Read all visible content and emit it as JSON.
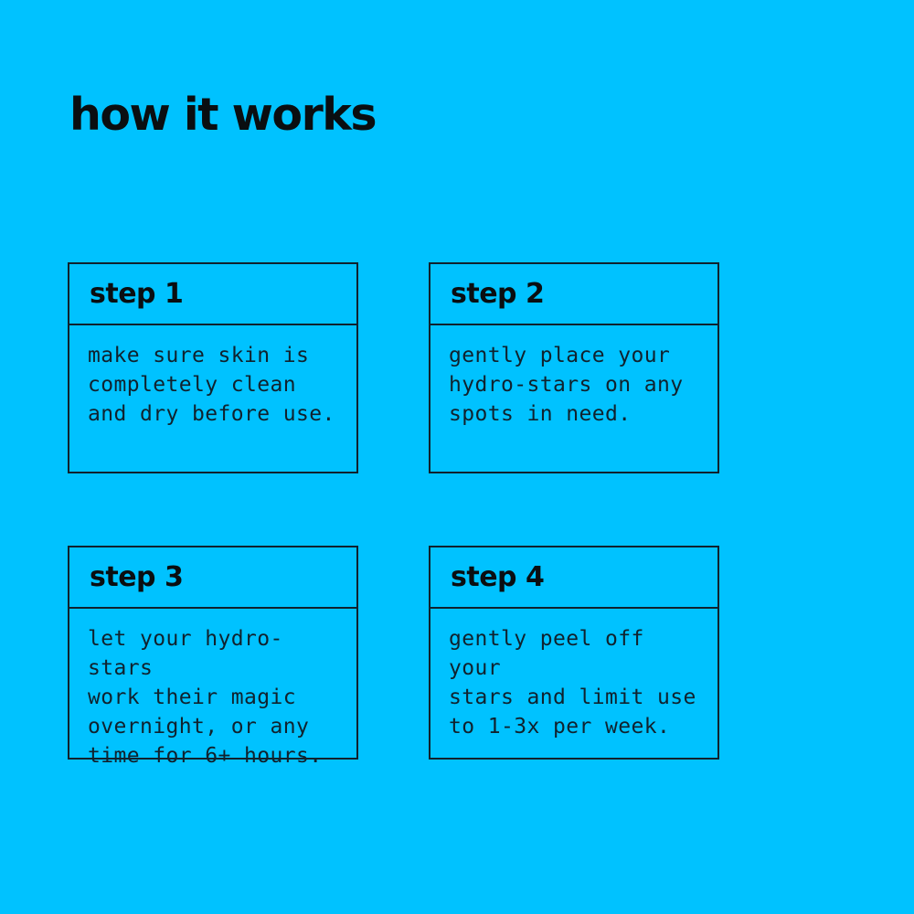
{
  "colors": {
    "background": "#00C2FF",
    "ink": "#10222E",
    "title": "#0A0E11"
  },
  "page": {
    "title": "how it works"
  },
  "steps": [
    {
      "label": "step 1",
      "body": "make sure skin is\ncompletely clean\nand dry before use."
    },
    {
      "label": "step 2",
      "body": "gently place your\nhydro-stars on any\nspots in need."
    },
    {
      "label": "step 3",
      "body": "let your hydro-stars\nwork their magic\novernight, or any\ntime for 6+ hours."
    },
    {
      "label": "step 4",
      "body": "gently peel off your\nstars and limit use\nto 1-3x per week."
    }
  ]
}
